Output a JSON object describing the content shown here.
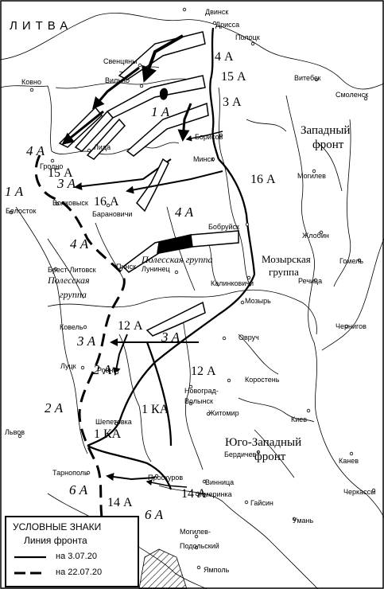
{
  "title": "ЛИТВА",
  "cities": [
    {
      "name": "Двинск"
    },
    {
      "name": "Дрисса"
    },
    {
      "name": "Полоцк"
    },
    {
      "name": "Свенцяны"
    },
    {
      "name": "Ковно"
    },
    {
      "name": "Вильно"
    },
    {
      "name": "Витебск"
    },
    {
      "name": "Смоленск"
    },
    {
      "name": "Гродно"
    },
    {
      "name": "Лида"
    },
    {
      "name": "Борисов"
    },
    {
      "name": "Минск"
    },
    {
      "name": "Могилев"
    },
    {
      "name": "Волковыск"
    },
    {
      "name": "Белосток"
    },
    {
      "name": "Барановичи"
    },
    {
      "name": "Бобруйск"
    },
    {
      "name": "Жлобин"
    },
    {
      "name": "Гомель"
    },
    {
      "name": "Брест-Литовск"
    },
    {
      "name": "Пинск"
    },
    {
      "name": "Лунинец"
    },
    {
      "name": "Калинковичи"
    },
    {
      "name": "Речица"
    },
    {
      "name": "Мозырь"
    },
    {
      "name": "Чернигов"
    },
    {
      "name": "Ковель"
    },
    {
      "name": "Овруч"
    },
    {
      "name": "Луцк"
    },
    {
      "name": "Ровно"
    },
    {
      "name": "Коростень"
    },
    {
      "name": "Новоград-"
    },
    {
      "name": "Волынск"
    },
    {
      "name": "Житомир"
    },
    {
      "name": "Киев"
    },
    {
      "name": "Шепетовка"
    },
    {
      "name": "Львов"
    },
    {
      "name": "Бердичев"
    },
    {
      "name": "Канев"
    },
    {
      "name": "Тарнополь"
    },
    {
      "name": "Проскуров"
    },
    {
      "name": "Винница"
    },
    {
      "name": "Черкассы"
    },
    {
      "name": "Жмеринка"
    },
    {
      "name": "Гайсин"
    },
    {
      "name": "Умань"
    },
    {
      "name": "Могилев-"
    },
    {
      "name": "Подольский"
    },
    {
      "name": "Ямполь"
    }
  ],
  "armies": [
    "4 А",
    "15 А",
    "3 А",
    "1 А",
    "4 А",
    "15 А",
    "3 А",
    "1 А",
    "16 А",
    "16 А",
    "4 А",
    "4 А",
    "12 А",
    "3 А",
    "3 А",
    "2 А",
    "12 А",
    "2 А",
    "1 КА",
    "1 КА",
    "6 А",
    "14 А",
    "14 А",
    "6 А"
  ],
  "fronts": {
    "western": [
      "Западный",
      "фронт"
    ],
    "southwestern": [
      "Юго-Западный",
      "фронт"
    ]
  },
  "groups": {
    "polesie_upper": "Полесская группа",
    "polesie_left": [
      "Полесская",
      "группа"
    ],
    "mozyr": [
      "Мозырская",
      "группа"
    ]
  },
  "legend": {
    "title": "УСЛОВНЫЕ ЗНАКИ",
    "subtitle": "Линия фронта",
    "items": [
      {
        "label": "на 3.07.20",
        "style": "solid"
      },
      {
        "label": "на 22.07.20",
        "style": "dashed"
      }
    ]
  }
}
